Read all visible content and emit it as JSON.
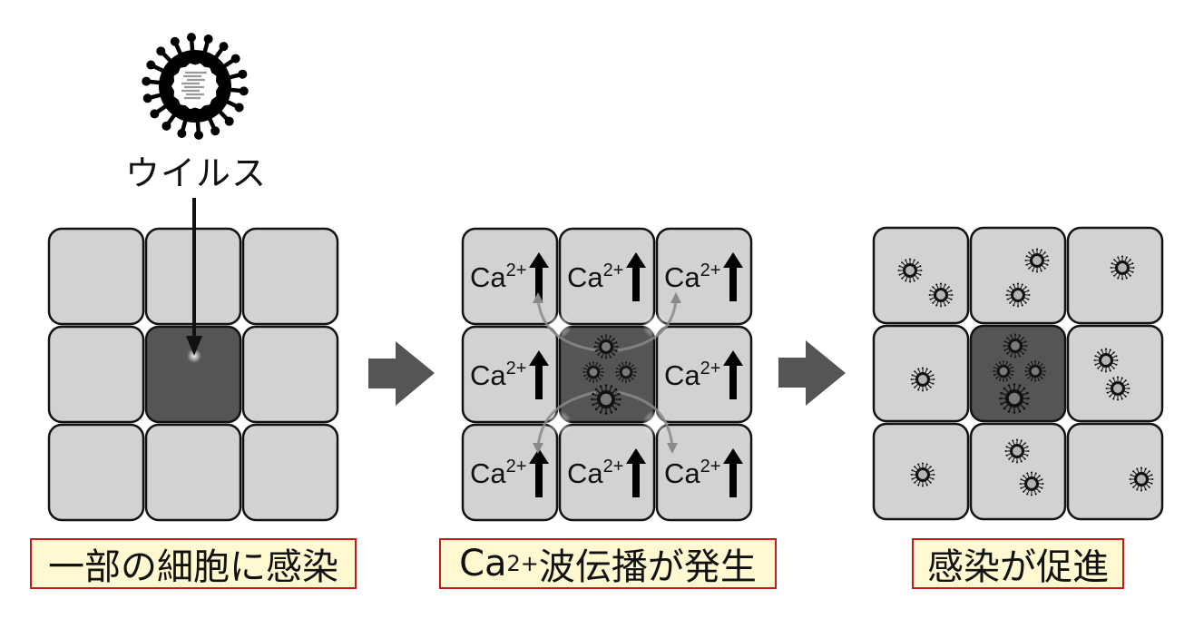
{
  "title_virus_label": "ウイルス",
  "stages": [
    {
      "id": "stage-1",
      "caption": "一部の細胞に感染",
      "infected_cell": "center",
      "grid": "3x3"
    },
    {
      "id": "stage-2",
      "caption_prefix": "Ca",
      "caption_superscript": "2+",
      "caption_suffix": "波伝播が発生",
      "cell_label": "Ca",
      "cell_label_superscript": "2+",
      "cell_indicator": "up-arrow-icon",
      "infected_cell": "center",
      "center_virus_count": 4,
      "propagation_arrows": 4
    },
    {
      "id": "stage-3",
      "caption": "感染が促進",
      "infected_cell": "center",
      "center_virus_count": 4,
      "surrounding_virus_counts": {
        "top-left": 2,
        "top-center": 2,
        "top-right": 1,
        "middle-left": 1,
        "middle-right": 2,
        "bottom-left": 1,
        "bottom-center": 2,
        "bottom-right": 1
      }
    }
  ],
  "colors": {
    "cell_fill": "#d3d2d3",
    "infected_cell_fill": "#555555",
    "cell_border": "#111111",
    "step_arrow": "#555555",
    "label_fill": "#fff8d0",
    "label_border": "#c41a1a",
    "propagation_arrow": "#8a8a8a"
  },
  "icons": {
    "virus": "virus-icon",
    "step_arrow": "right-arrow-icon",
    "ca_increase": "up-arrow-icon"
  }
}
